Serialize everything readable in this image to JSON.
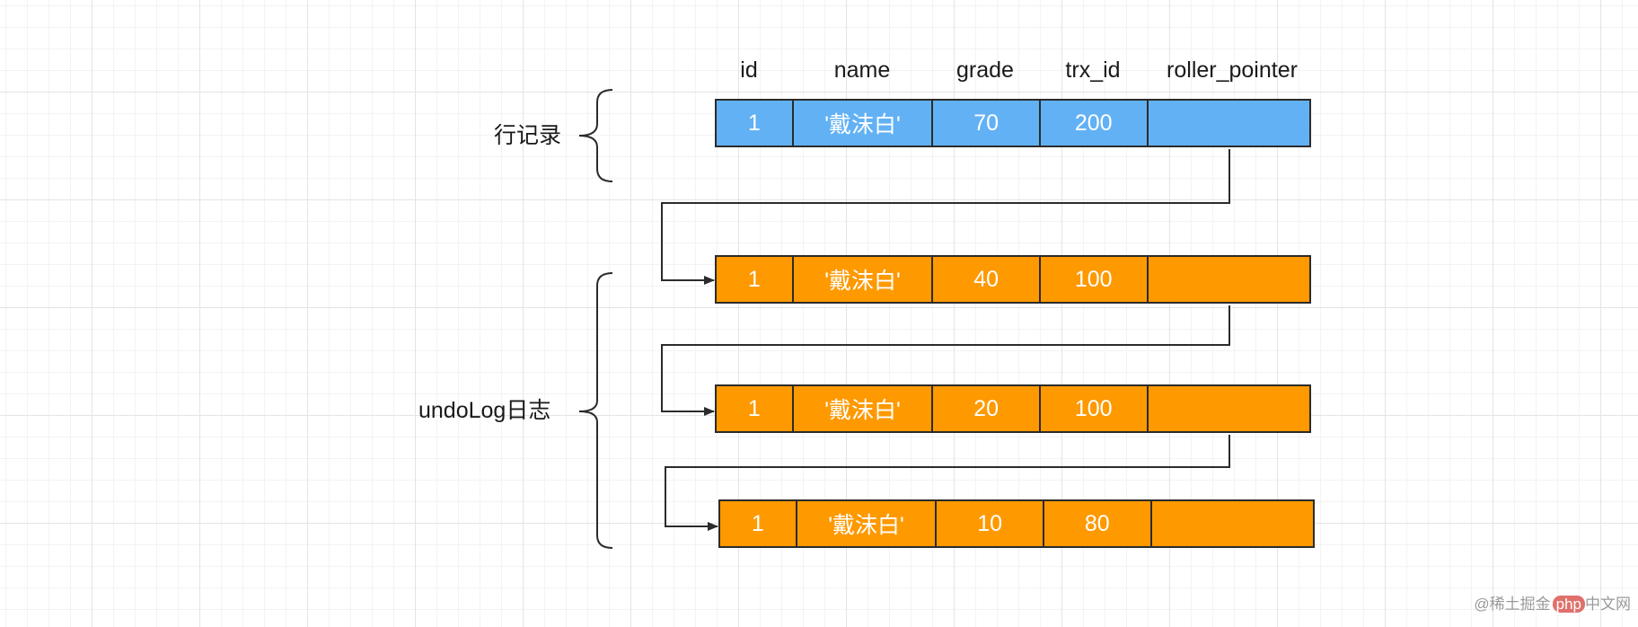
{
  "columns": [
    "id",
    "name",
    "grade",
    "trx_id",
    "roller_pointer"
  ],
  "row_record": {
    "label": "行记录",
    "cells": [
      "1",
      "'戴沫白'",
      "70",
      "200",
      ""
    ]
  },
  "undo_log": {
    "label": "undoLog日志",
    "rows": [
      {
        "cells": [
          "1",
          "'戴沫白'",
          "40",
          "100",
          ""
        ]
      },
      {
        "cells": [
          "1",
          "'戴沫白'",
          "20",
          "100",
          ""
        ]
      },
      {
        "cells": [
          "1",
          "'戴沫白'",
          "10",
          "80",
          ""
        ]
      }
    ]
  },
  "colors": {
    "row_record": "#62b1f5",
    "undo_log": "#fe9900",
    "stroke": "#2b2b2b"
  },
  "watermark": {
    "prefix": "@稀土掘金",
    "badge": "php",
    "suffix": "中文网"
  }
}
